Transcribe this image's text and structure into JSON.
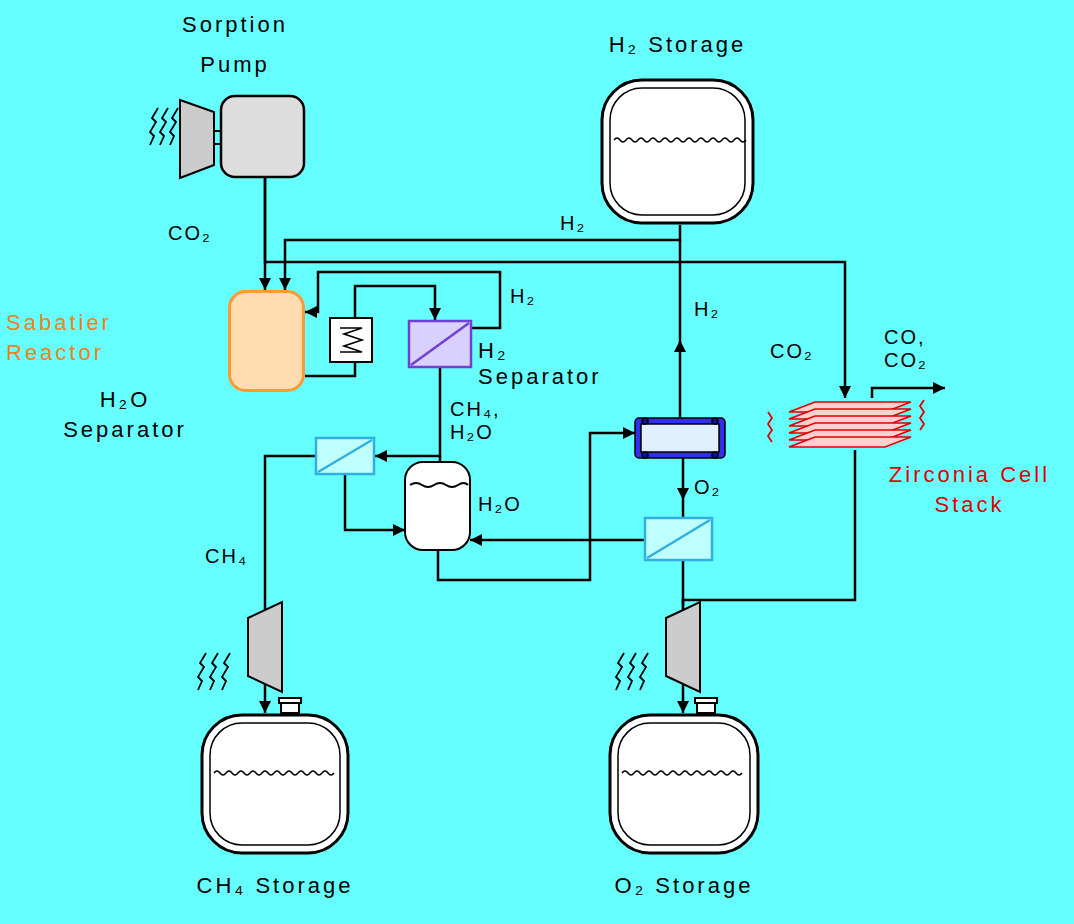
{
  "diagram": {
    "nodes": [
      {
        "text": [
          "Sorption Pump"
        ]
      },
      {
        "text": [
          "H₂ Storage"
        ]
      },
      {
        "text": [
          "Sabatier Reactor"
        ]
      },
      {
        "text": [
          "H₂ Separator"
        ]
      },
      {
        "text": [
          "H₂O Separator"
        ]
      },
      {
        "text": [
          "Zirconia Cell Stack"
        ]
      },
      {
        "text": [
          "CH₄ Storage"
        ]
      },
      {
        "text": [
          "O₂ Storage"
        ]
      }
    ],
    "edges": [
      {
        "from": 0,
        "to": 2,
        "arrow": "to",
        "label": "CO₂"
      },
      {
        "from": 1,
        "to": 2,
        "arrow": "to",
        "label": "H₂"
      },
      {
        "from": 3,
        "to": 2,
        "arrow": "to",
        "label": "H₂"
      },
      {
        "from": 2,
        "to": 3,
        "arrow": "to"
      },
      {
        "from": 3,
        "to": 4,
        "arrow": "to",
        "label": "CH₄, H₂O"
      },
      {
        "from": 0,
        "to": 5,
        "arrow": "to",
        "label": "CO₂"
      },
      {
        "from": 4,
        "to": 6,
        "arrow": "to",
        "label": "CH₄"
      },
      {
        "from": 5,
        "to": 7,
        "arrow": "to"
      }
    ],
    "labels": [
      "H₂",
      "H₂O",
      "O₂",
      "CO, CO₂"
    ]
  }
}
